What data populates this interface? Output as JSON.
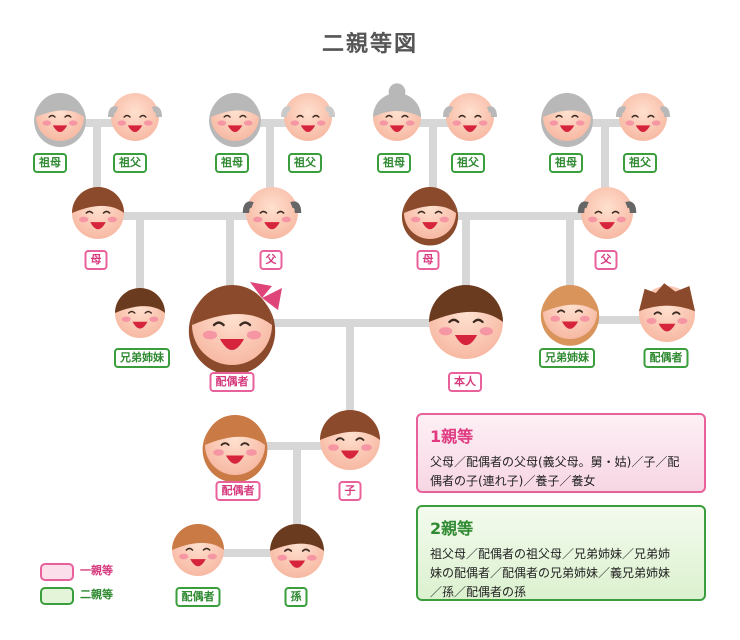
{
  "title": "二親等図",
  "colors": {
    "first_degree": "#e9619b",
    "second_degree": "#3a9e3c",
    "connector": "#d7d7d7"
  },
  "labels": {
    "gm1": "祖母",
    "gf1": "祖父",
    "gm2": "祖母",
    "gf2": "祖父",
    "gm3": "祖母",
    "gf3": "祖父",
    "gm4": "祖母",
    "gf4": "祖父",
    "spouse_mother": "母",
    "spouse_father": "父",
    "self_mother": "母",
    "self_father": "父",
    "spouse_sibling": "兄弟姉妹",
    "spouse": "配偶者",
    "self": "本人",
    "self_sibling": "兄弟姉妹",
    "sibling_spouse": "配偶者",
    "child_spouse": "配偶者",
    "child": "子",
    "grandchild_spouse": "配偶者",
    "grandchild": "孫"
  },
  "degree1": {
    "heading": "1親等",
    "line1": "父母／配偶者の父母(義父母。舅・姑)／子／配",
    "line2": "偶者の子(連れ子)／養子／養女"
  },
  "degree2": {
    "heading": "2親等",
    "line1": "祖父母／配偶者の祖父母／兄弟姉妹／兄弟姉",
    "line2": "妹の配偶者／配偶者の兄弟姉妹／義兄弟姉妹",
    "line3": "／孫／配偶者の孫"
  },
  "legend": {
    "first": "一親等",
    "second": "二親等"
  }
}
